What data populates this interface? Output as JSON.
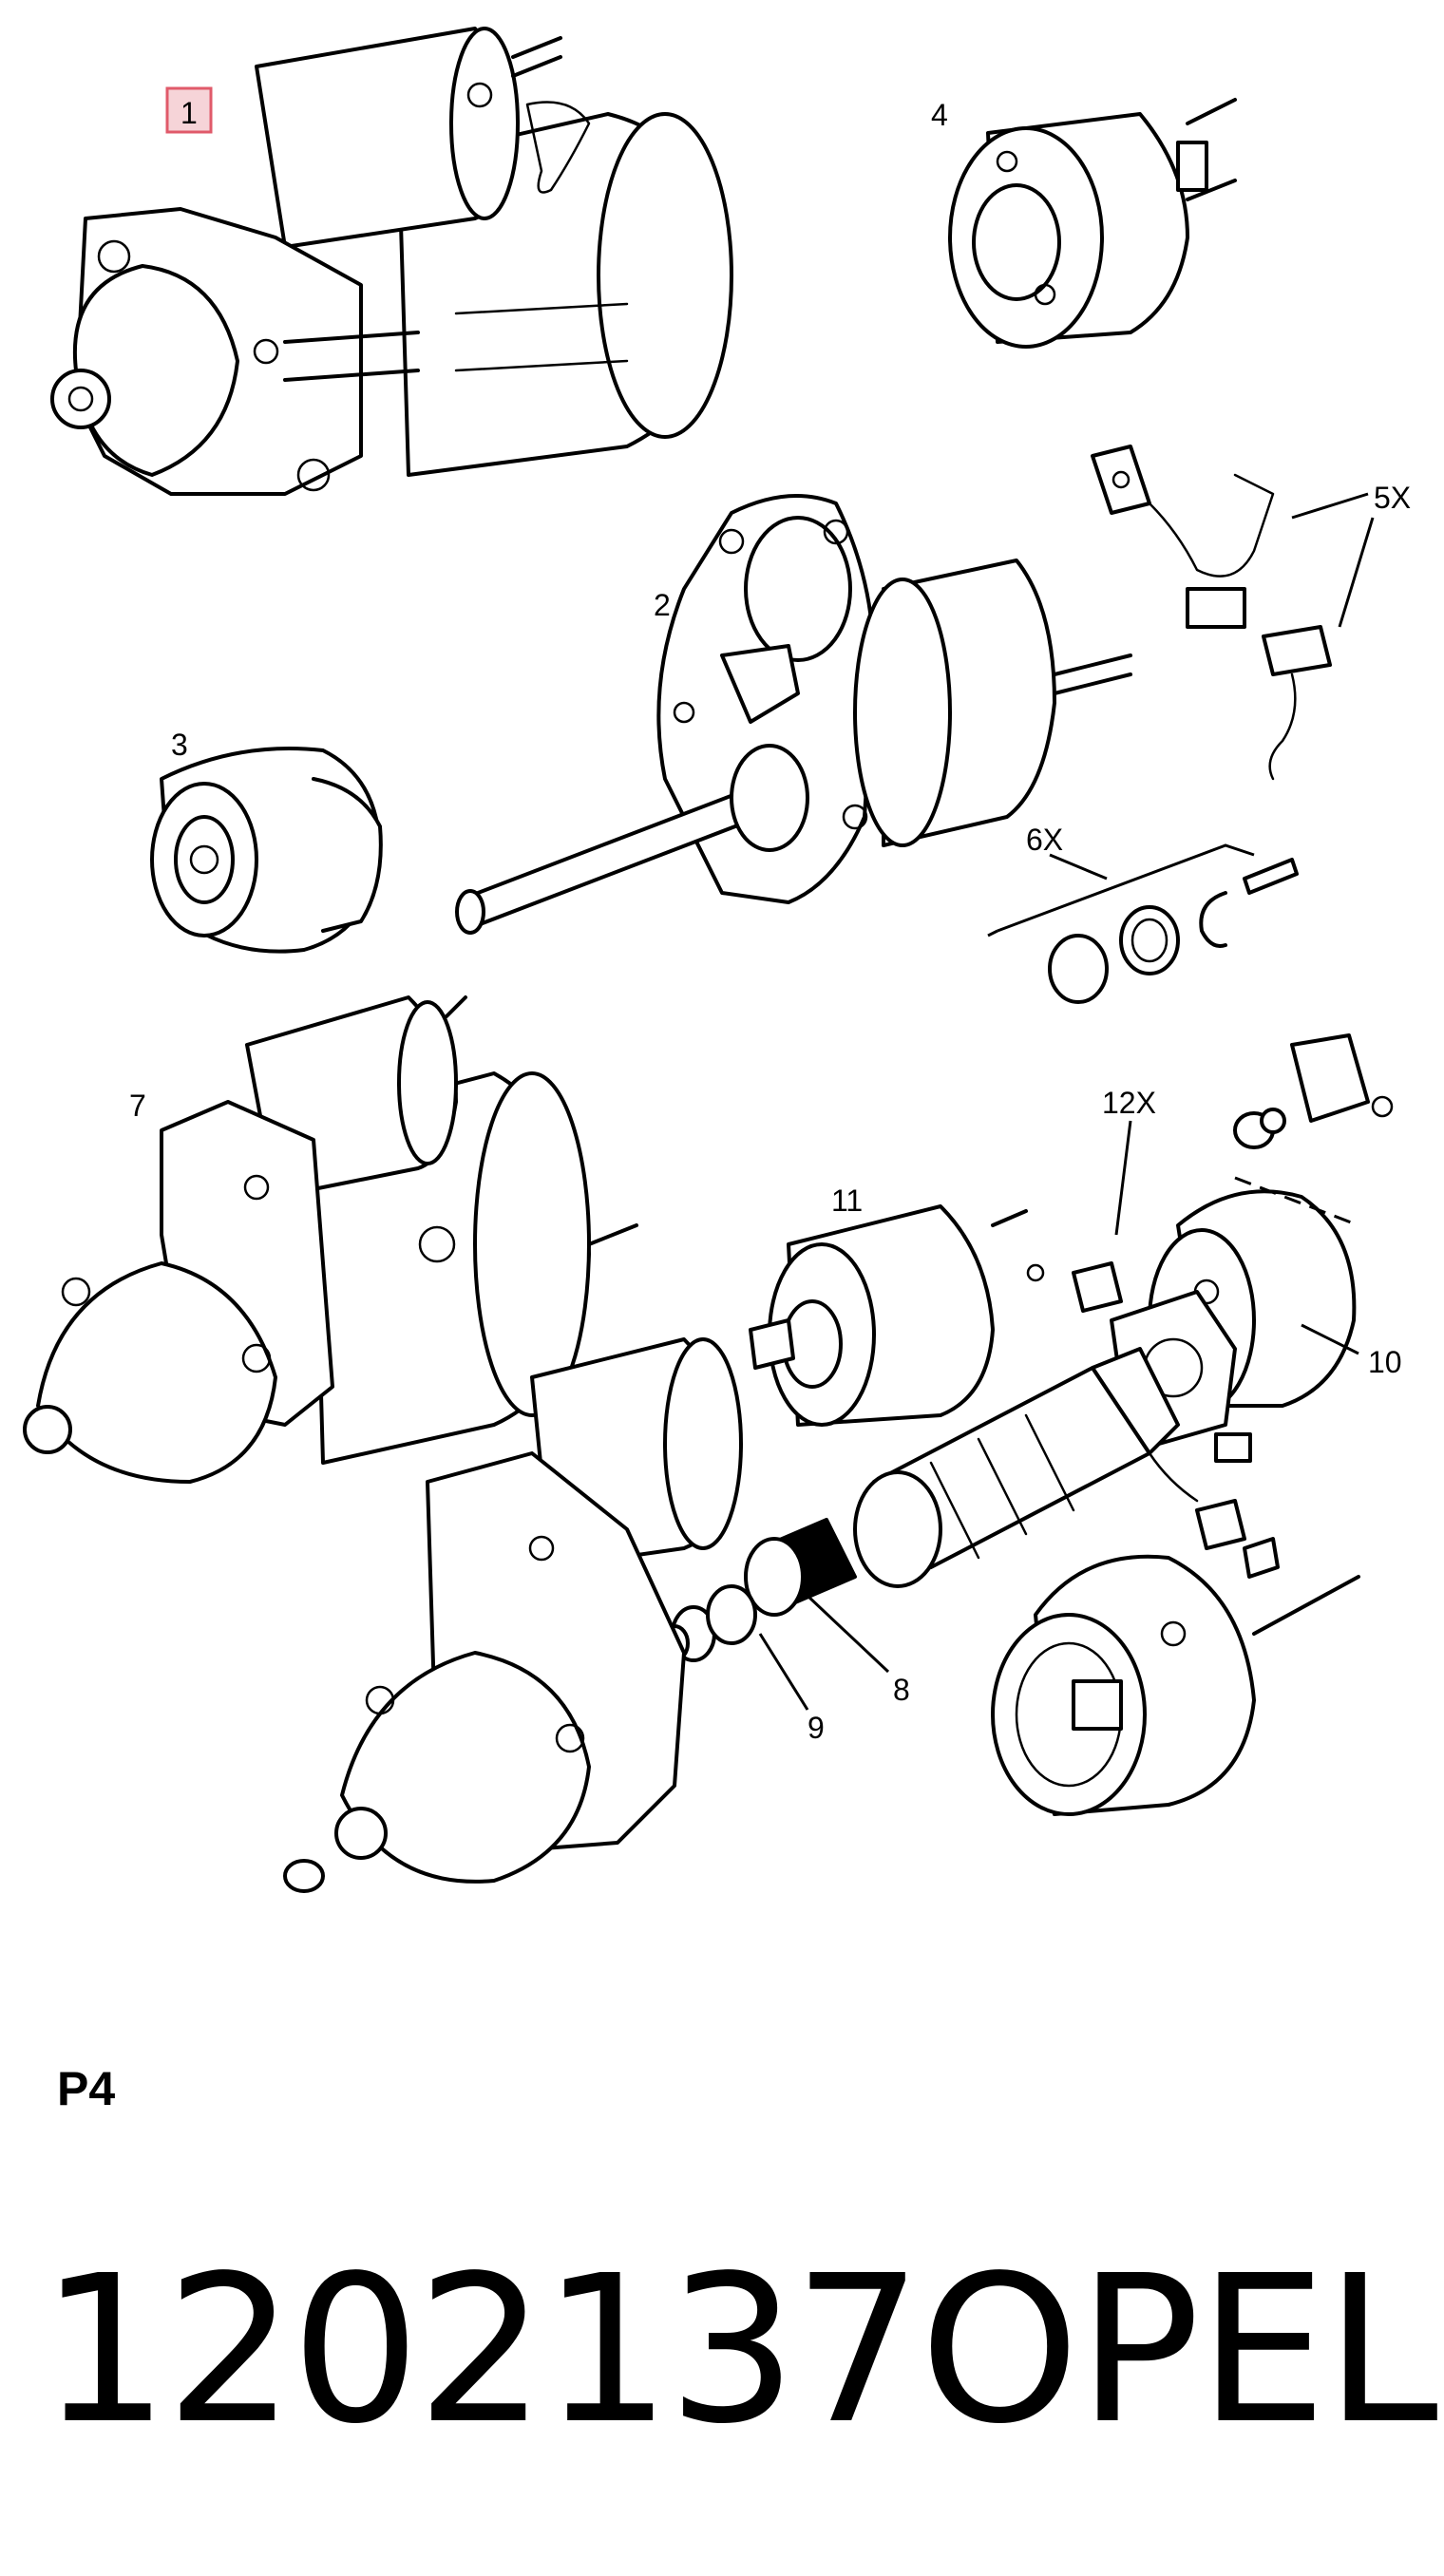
{
  "callouts": [
    {
      "id": "1",
      "label": "1",
      "highlighted": true
    },
    {
      "id": "2",
      "label": "2"
    },
    {
      "id": "3",
      "label": "3"
    },
    {
      "id": "4",
      "label": "4"
    },
    {
      "id": "5x",
      "label": "5X"
    },
    {
      "id": "6x",
      "label": "6X"
    },
    {
      "id": "7",
      "label": "7"
    },
    {
      "id": "8",
      "label": "8"
    },
    {
      "id": "9",
      "label": "9"
    },
    {
      "id": "10",
      "label": "10"
    },
    {
      "id": "11",
      "label": "11"
    },
    {
      "id": "12x",
      "label": "12X"
    }
  ],
  "page_label": "P4",
  "part_number": "1202137",
  "brand": "OPEL",
  "colors": {
    "ink": "#000000",
    "highlight_fill": "#f6d4d8",
    "highlight_stroke": "#e05a6a"
  }
}
